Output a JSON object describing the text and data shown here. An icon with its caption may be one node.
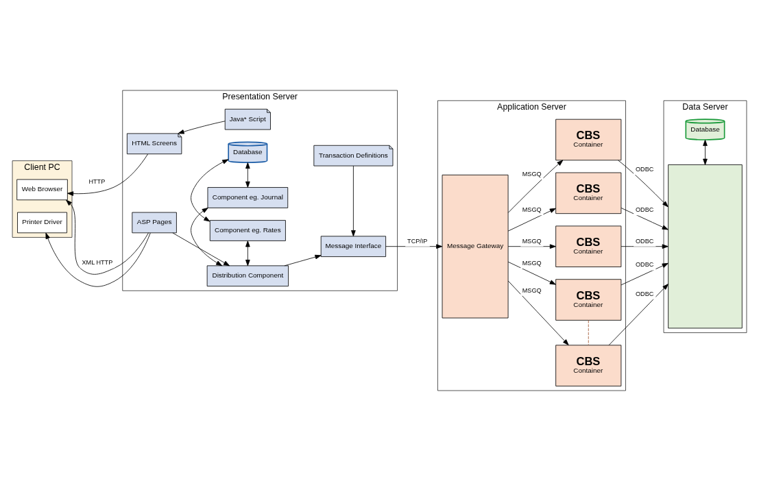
{
  "diagram": {
    "nodes": [
      {
        "text": [
          "Client PC"
        ]
      },
      {
        "text": [
          "Web Browser"
        ],
        "in": 0
      },
      {
        "text": [
          "Printer Driver"
        ],
        "in": 0
      },
      {
        "text": [
          "Presentation Server"
        ]
      },
      {
        "text": [
          "HTML Screens"
        ],
        "in": 3
      },
      {
        "text": [
          "Java* Script"
        ],
        "in": 3
      },
      {
        "text": [
          "Transaction Definitions"
        ],
        "in": 3
      },
      {
        "text": [
          "ASP Pages"
        ],
        "in": 3
      },
      {
        "text": [
          "Distribution Component"
        ],
        "in": 3
      },
      {
        "text": [
          "Message Interface"
        ],
        "in": 3
      },
      {
        "text": [
          "Component eg. Rates"
        ],
        "in": 3
      },
      {
        "text": [
          "Component eg. Journal"
        ],
        "in": 3
      },
      {
        "text": [
          "Database"
        ],
        "in": 3
      },
      {
        "text": [
          "Application Server"
        ]
      },
      {
        "text": [
          "Message Gateway"
        ],
        "in": 13
      },
      {
        "text": [
          "CBS",
          "Container"
        ],
        "in": 13
      },
      {
        "text": [
          "CBS",
          "Container"
        ],
        "in": 13
      },
      {
        "text": [
          "CBS",
          "Container"
        ],
        "in": 13
      },
      {
        "text": [
          "CBS",
          "Container"
        ],
        "in": 13
      },
      {
        "text": [
          "CBS",
          "Container"
        ],
        "in": 13
      },
      {
        "text": [
          "Data Server"
        ]
      },
      {
        "text": [],
        "shape": "box",
        "in": 20
      },
      {
        "text": [
          "Database"
        ],
        "in": 20
      }
    ],
    "edges": [
      {
        "from": 4,
        "to": 1,
        "arrow": "to",
        "label": "HTTP"
      },
      {
        "from": 7,
        "to": 1,
        "arrow": "to",
        "label": "XML HTTP"
      },
      {
        "from": 7,
        "to": 2,
        "arrow": "to"
      },
      {
        "from": 5,
        "to": 4,
        "arrow": "to"
      },
      {
        "from": 6,
        "to": 9,
        "arrow": "to"
      },
      {
        "from": 7,
        "to": 8,
        "arrow": "to"
      },
      {
        "from": 8,
        "to": 9,
        "arrow": "to"
      },
      {
        "from": 8,
        "to": 10,
        "arrow": "both"
      },
      {
        "from": 8,
        "to": 11,
        "arrow": "both"
      },
      {
        "from": 10,
        "to": 12,
        "arrow": "both"
      },
      {
        "from": 11,
        "to": 12,
        "arrow": "both"
      },
      {
        "from": 9,
        "to": 14,
        "arrow": "to",
        "label": "TCP/IP"
      },
      {
        "from": 14,
        "to": 15,
        "arrow": "to",
        "label": "MSGQ"
      },
      {
        "from": 14,
        "to": 16,
        "arrow": "to",
        "label": "MSGQ"
      },
      {
        "from": 14,
        "to": 17,
        "arrow": "to",
        "label": "MSGQ"
      },
      {
        "from": 14,
        "to": 18,
        "arrow": "to",
        "label": "MSGQ"
      },
      {
        "from": 14,
        "to": 19,
        "arrow": "to",
        "label": "MSGQ"
      },
      {
        "from": 18,
        "to": 19,
        "arrow": "none",
        "style": "dashed",
        "color": "#a0522d"
      },
      {
        "from": 15,
        "to": 21,
        "arrow": "to",
        "label": "ODBC"
      },
      {
        "from": 16,
        "to": 21,
        "arrow": "to",
        "label": "ODBC"
      },
      {
        "from": 17,
        "to": 21,
        "arrow": "to",
        "label": "ODBC"
      },
      {
        "from": 18,
        "to": 21,
        "arrow": "to",
        "label": "ODBC"
      },
      {
        "from": 19,
        "to": 21,
        "arrow": "to",
        "label": "ODBC"
      },
      {
        "from": 21,
        "to": 22,
        "arrow": "both"
      }
    ]
  }
}
